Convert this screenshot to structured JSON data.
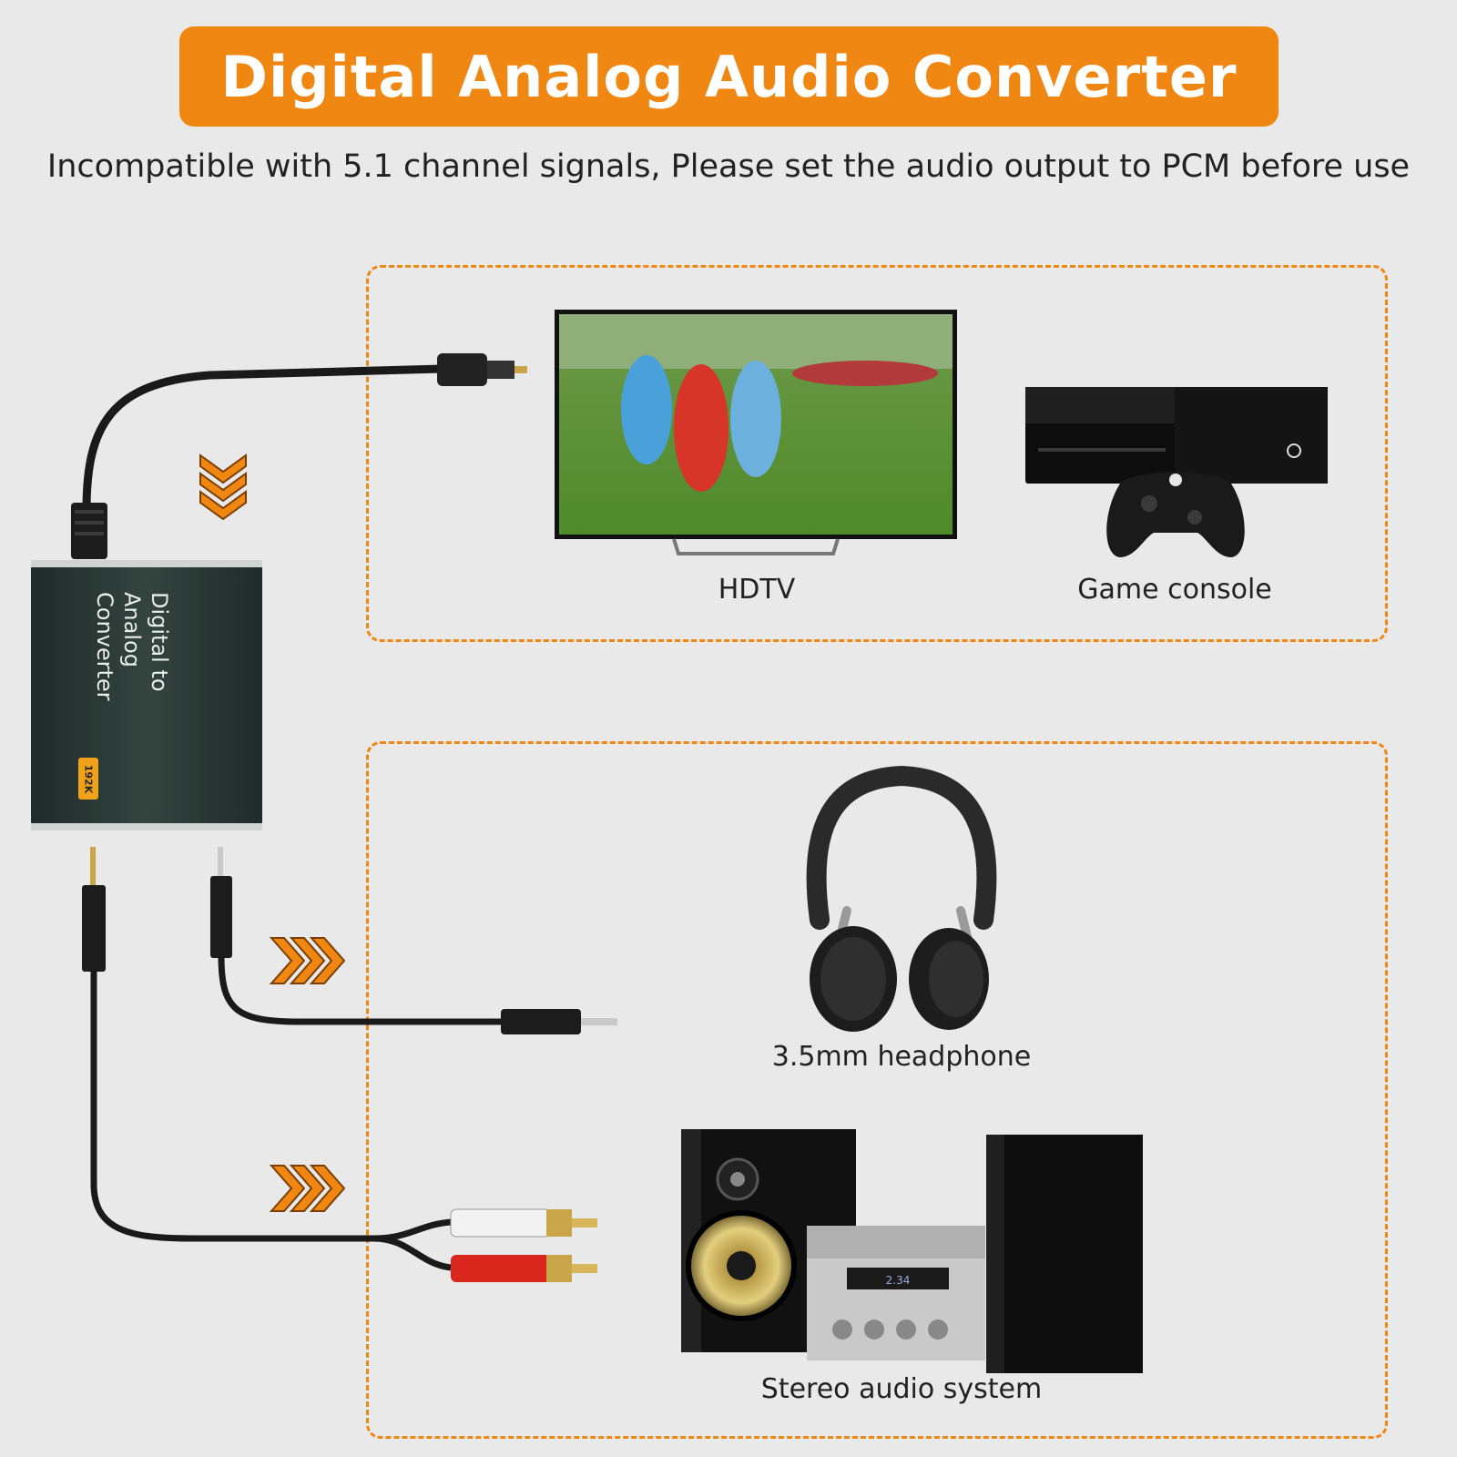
{
  "title": "Digital Analog Audio Converter",
  "subtitle": "Incompatible with 5.1 channel signals, Please set the audio output to PCM before use",
  "converter": {
    "line1": "Digital to Analog",
    "line2": "Converter",
    "badge": "192K"
  },
  "sources": {
    "hdtv_label": "HDTV",
    "game_label": "Game console"
  },
  "outputs": {
    "headphone_label": "3.5mm headphone",
    "stereo_label": "Stereo audio system"
  },
  "colors": {
    "accent": "#f08712",
    "background": "#e9e9e9",
    "device_body": "#2b3a38"
  },
  "icons": [
    "chevron-down-icon",
    "chevron-right-icon",
    "xbox-logo-icon"
  ]
}
